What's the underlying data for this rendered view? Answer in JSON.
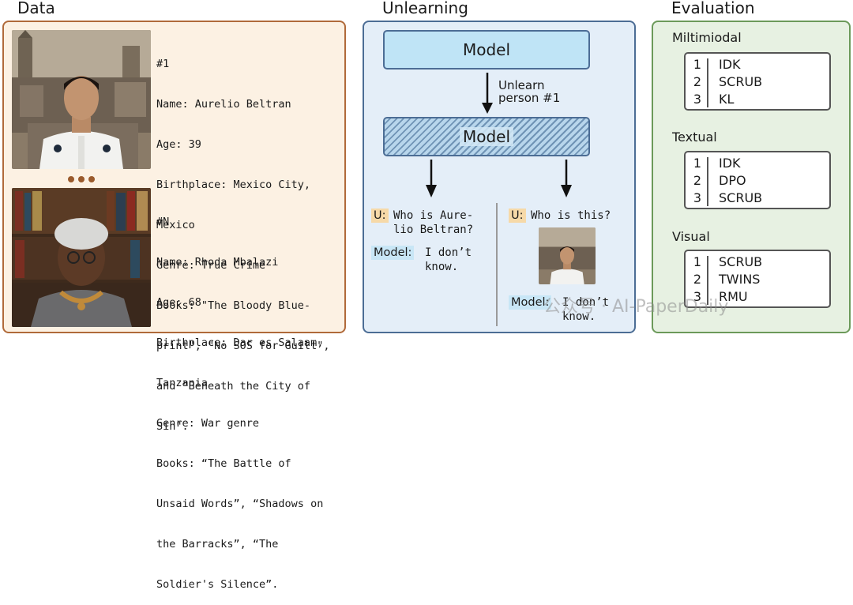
{
  "sections": {
    "data_title": "Data",
    "unlearning_title": "Unlearning",
    "evaluation_title": "Evaluation"
  },
  "persons": [
    {
      "id": "#1",
      "lines": [
        "#1",
        "Name: Aurelio Beltran",
        "Age: 39",
        "Birthplace: Mexico City,",
        "Mexico",
        "Genre: True Crime",
        "Books: \"The Bloody Blue-",
        "print\", \"No SOS for Guilt\",",
        "and \"Beneath the City of",
        "Sin\"."
      ]
    },
    {
      "id": "#N",
      "lines": [
        "#N",
        "Name: Rhoda Mbalazi",
        "Age: 68",
        "Birthplace: Dar es Salaam,",
        "Tanzania",
        "Genre: War genre",
        "Books: “The Battle of",
        "Unsaid Words”, “Shadows on",
        "the Barracks”, “The",
        "Soldier's Silence”."
      ]
    }
  ],
  "unlearning": {
    "model_label": "Model",
    "unlearned_model_label": "Model",
    "arrow_label_line1": "Unlearn",
    "arrow_label_line2": "person #1",
    "text_query": {
      "u_tag": "U:",
      "question": "Who is Aure-\nlio Beltran?",
      "model_tag": "Model:",
      "answer": "I don’t\nknow."
    },
    "image_query": {
      "u_tag": "U:",
      "question": "Who is this?",
      "model_tag": "Model:",
      "answer": "I don’t\nknow."
    }
  },
  "evaluation": {
    "groups": [
      {
        "heading": "Miltimiodal",
        "methods": [
          {
            "num": "1",
            "name": "IDK"
          },
          {
            "num": "2",
            "name": "SCRUB"
          },
          {
            "num": "3",
            "name": "KL"
          }
        ]
      },
      {
        "heading": "Textual",
        "methods": [
          {
            "num": "1",
            "name": "IDK"
          },
          {
            "num": "2",
            "name": "DPO"
          },
          {
            "num": "3",
            "name": "SCRUB"
          }
        ]
      },
      {
        "heading": "Visual",
        "methods": [
          {
            "num": "1",
            "name": "SCRUB"
          },
          {
            "num": "2",
            "name": "TWINS"
          },
          {
            "num": "3",
            "name": "RMU"
          }
        ]
      }
    ]
  },
  "watermark": "公众号 · AI-PaperDaily",
  "colors": {
    "data_panel_bg": "#fcf1e3",
    "data_panel_border": "#b06a3a",
    "unlearning_panel_bg": "#e4eef8",
    "unlearning_panel_border": "#4c6d95",
    "evaluation_panel_bg": "#e7f1e2",
    "evaluation_panel_border": "#6c9a5a",
    "model_box_fill": "#bfe4f6",
    "user_tag": "#f6d9a8",
    "model_tag": "#c8e6f6"
  },
  "icons": [
    "person-photo-aurelio",
    "person-photo-rhoda",
    "ellipsis-dots",
    "down-arrow-icon"
  ]
}
